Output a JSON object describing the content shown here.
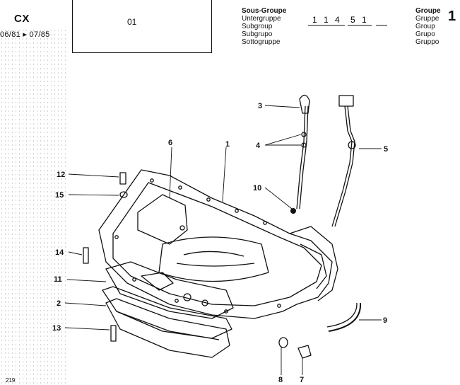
{
  "header": {
    "model": "CX",
    "dates": "06/81 ▸ 07/85",
    "code": "01",
    "subgroup_labels": [
      "Sous-Groupe",
      "Untergruppe",
      "Subgroup",
      "Subgrupo",
      "Sottogruppe"
    ],
    "subgroup_digits": [
      "1",
      "1",
      "4",
      "5",
      "1"
    ],
    "group_labels": [
      "Groupe",
      "Gruppe",
      "Group",
      "Grupo",
      "Gruppo"
    ],
    "group_number": "1"
  },
  "page_number": "219",
  "callouts": [
    "1",
    "2",
    "3",
    "4",
    "5",
    "6",
    "7",
    "8",
    "9",
    "10",
    "11",
    "12",
    "13",
    "14",
    "15"
  ]
}
